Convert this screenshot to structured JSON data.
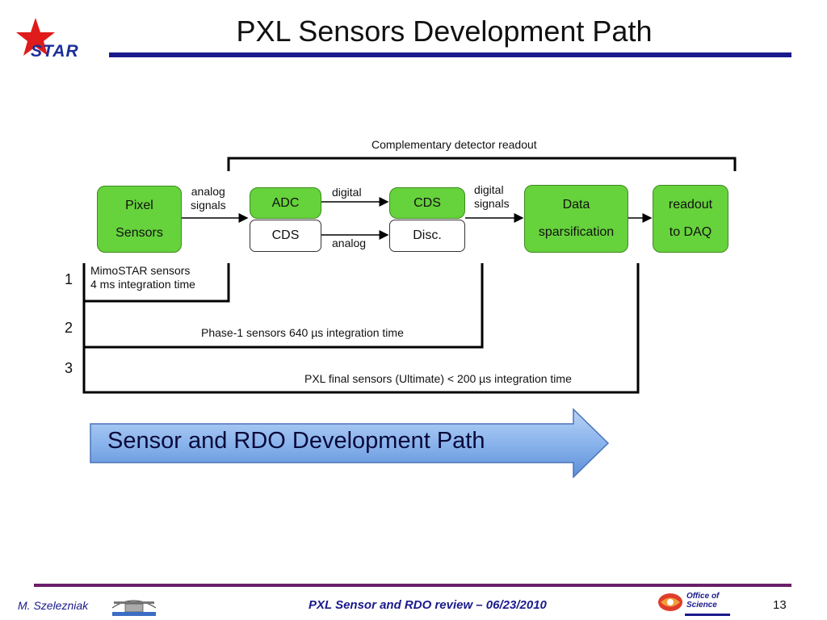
{
  "slide": {
    "title": "PXL Sensors Development Path",
    "logo_text": "STAR"
  },
  "diagram": {
    "bracket_label": "Complementary detector readout",
    "boxes": {
      "pixel": [
        "Pixel",
        "Sensors"
      ],
      "adc": "ADC",
      "cds_bottom": "CDS",
      "cds_top": "CDS",
      "disc": "Disc.",
      "data": [
        "Data",
        "sparsification"
      ],
      "readout": [
        "readout",
        "to DAQ"
      ]
    },
    "arrow_labels": {
      "analog_signals": [
        "analog",
        "signals"
      ],
      "digital": "digital",
      "analog": "analog",
      "digital_signals": [
        "digital",
        "signals"
      ]
    },
    "paths": [
      {
        "number": "1",
        "text_line1": "MimoSTAR sensors",
        "text_line2": "4 ms integration time"
      },
      {
        "number": "2",
        "text": "Phase-1 sensors  640 µs integration time"
      },
      {
        "number": "3",
        "text": "PXL final sensors (Ultimate)  < 200 µs integration time"
      }
    ]
  },
  "banner": {
    "text": "Sensor and RDO Development Path"
  },
  "footer": {
    "author": "M. Szelezniak",
    "title": "PXL Sensor and RDO review – 06/23/2010",
    "page": "13",
    "doe_line1": "Office of",
    "doe_line2": "Science"
  },
  "colors": {
    "green_box": "#66d23c",
    "top_bar": "#1a1a8c",
    "bottom_bar": "#6a1e6a",
    "banner_fill": "#8ab4ec"
  }
}
